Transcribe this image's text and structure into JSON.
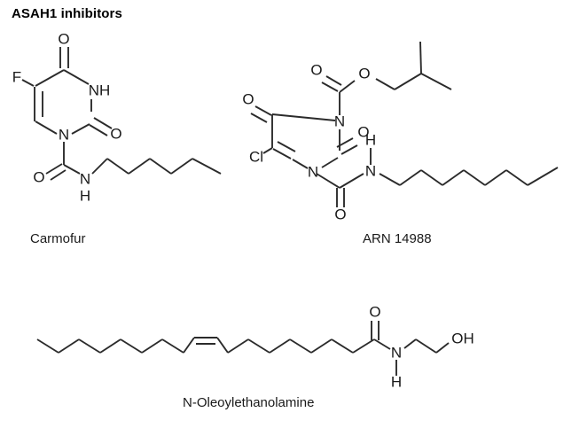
{
  "figure": {
    "title": "ASAH1 inhibitors",
    "background_color": "#ffffff",
    "bond_color": "#2b2b2b",
    "text_color": "#1a1a1a"
  },
  "compounds": [
    {
      "id": "carmofur",
      "label": "Carmofur",
      "atom_labels": {
        "fluorine": "F",
        "ring_nh": "NH",
        "ring_n": "N",
        "keto_o_top": "O",
        "keto_o_right": "O",
        "amide_o": "O",
        "amide_n": "N",
        "amide_h": "H"
      }
    },
    {
      "id": "arn14988",
      "label": "ARN 14988",
      "atom_labels": {
        "chlorine": "Cl",
        "ring_n_top": "N",
        "ring_n_bottom": "N",
        "keto_o_left": "O",
        "keto_o_right": "O",
        "ester_carbonyl_o": "O",
        "ester_o": "O",
        "amide_o": "O",
        "amide_n": "N",
        "amide_h": "H"
      }
    },
    {
      "id": "n_oleoylethanolamine",
      "label": "N-Oleoylethanolamine",
      "atom_labels": {
        "amide_o": "O",
        "amide_n": "N",
        "amide_h": "H",
        "hydroxyl": "OH"
      }
    }
  ]
}
